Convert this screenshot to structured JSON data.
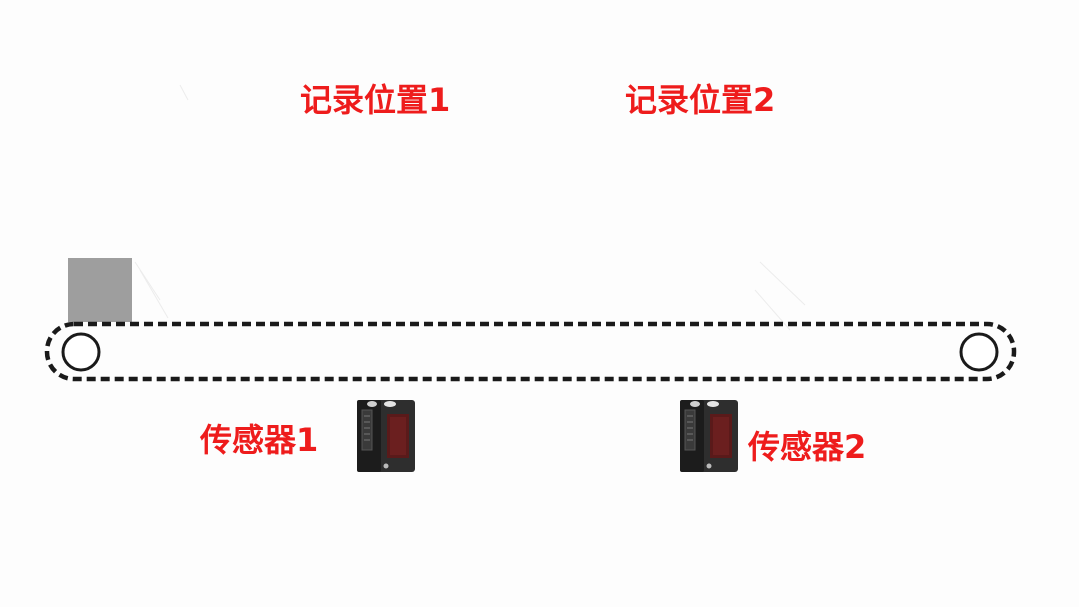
{
  "colors": {
    "label": "#ee1c1c",
    "belt": "#1a1a1a",
    "box": "#9e9e9e",
    "sensor_body": "#2e2e2e",
    "sensor_side": "#1c1c1c",
    "sensor_lens": "#6b1f1f"
  },
  "labels": {
    "record_position_1": "记录位置1",
    "record_position_2": "记录位置2",
    "sensor_1": "传感器1",
    "sensor_2": "传感器2"
  },
  "icons": {
    "sensor": "photoelectric-sensor-icon",
    "roller": "roller-icon",
    "box": "package-box-icon"
  }
}
